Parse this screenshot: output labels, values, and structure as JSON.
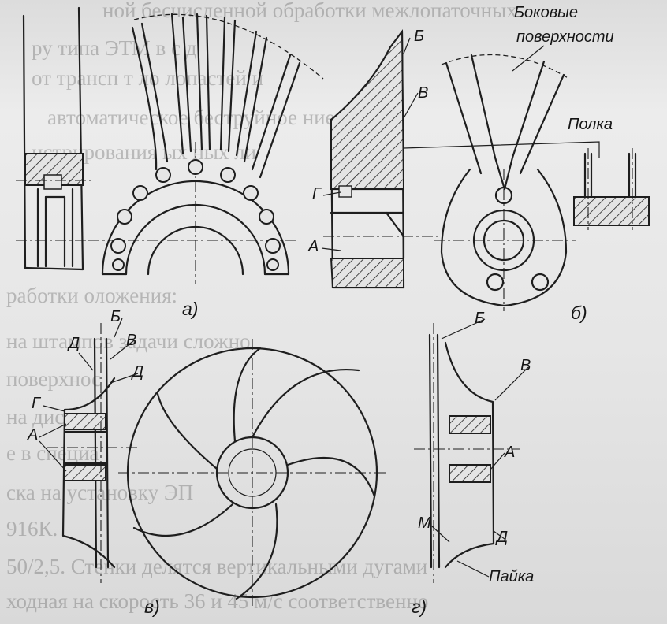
{
  "labels": {
    "a_B": "Б",
    "a_V": "В",
    "a_G": "Г",
    "a_A": "А",
    "side_surfaces_1": "Боковые",
    "side_surfaces_2": "поверхности",
    "shelf": "Полка",
    "c_B": "Б",
    "c_D1": "Д",
    "c_V": "В",
    "c_D2": "Д",
    "c_G": "Г",
    "c_A": "А",
    "d_B": "Б",
    "d_V": "В",
    "d_A": "А",
    "d_M": "М",
    "d_D": "Д",
    "solder": "Пайка"
  },
  "captions": {
    "a": "а)",
    "b": "б)",
    "v": "в)",
    "g": "г)"
  },
  "bleed_through": [
    "ной бесчисленной обработки межлопаточных",
    "ру типа ЭТМ в с                       д",
    "от трансп        т      ло         лопастей и",
    "автоматическое беструйное        ние к",
    "нстрирования          ых          ных  ли",
    "работки                 оложения:",
    "на штампов        задачи       сложно",
    "поверхнос",
    "на диска",
    "е в специа",
    "ска на установку ЭП",
    "916К.",
    "50/2,5. Стенки делятся вертикальными дугами",
    "ходная на скорость 36 и 45 м/с соответственно"
  ]
}
